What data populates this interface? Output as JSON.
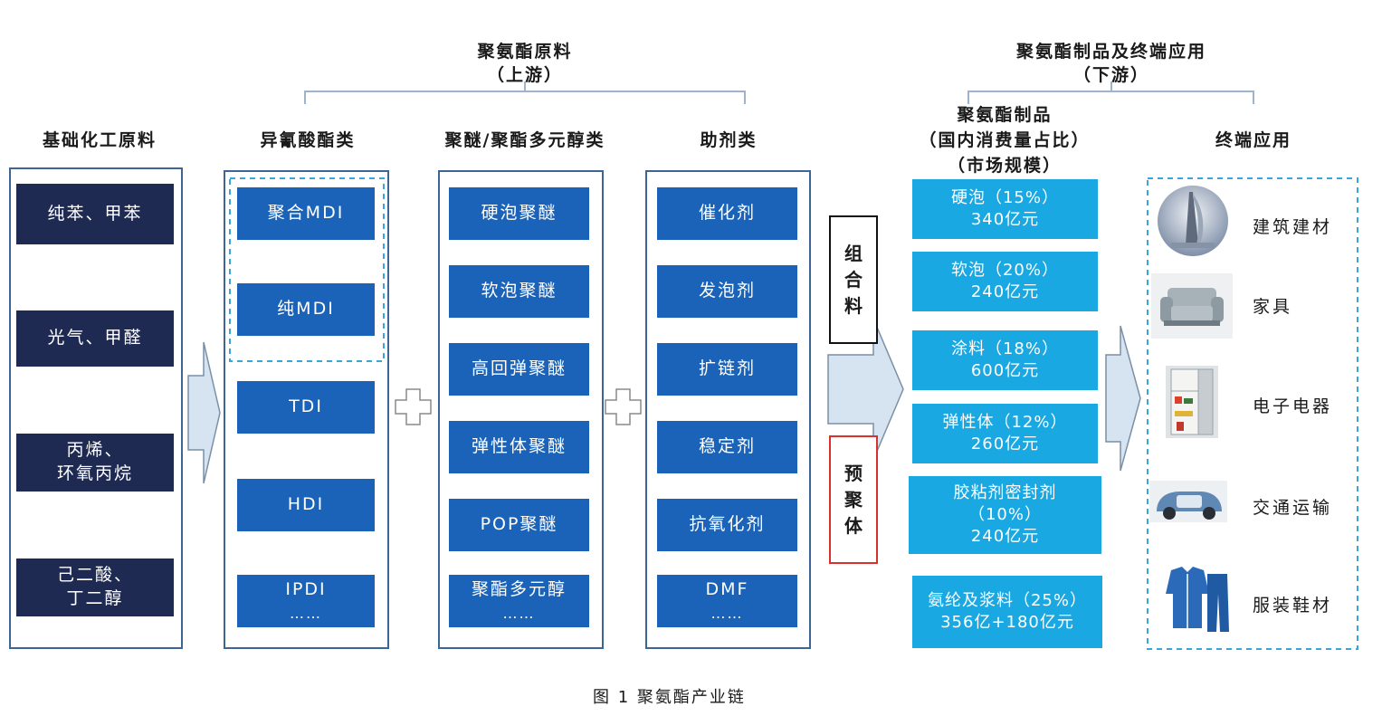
{
  "top_groups": {
    "upstream": {
      "title": "聚氨酯原料",
      "subtitle": "（上游）"
    },
    "downstream": {
      "title": "聚氨酯制品及终端应用",
      "subtitle": "（下游）"
    }
  },
  "columns": {
    "raw": {
      "header": "基础化工原料",
      "items": [
        {
          "line1": "纯苯、甲苯",
          "line2": ""
        },
        {
          "line1": "光气、甲醛",
          "line2": ""
        },
        {
          "line1": "丙烯、",
          "line2": "环氧丙烷"
        },
        {
          "line1": "己二酸、",
          "line2": "丁二醇"
        }
      ]
    },
    "isocyanate": {
      "header": "异氰酸酯类",
      "items": [
        {
          "label": "聚合MDI",
          "dots": ""
        },
        {
          "label": "纯MDI",
          "dots": ""
        },
        {
          "label": "TDI",
          "dots": ""
        },
        {
          "label": "HDI",
          "dots": ""
        },
        {
          "label": "IPDI",
          "dots": "……"
        }
      ]
    },
    "polyol": {
      "header": "聚醚/聚酯多元醇类",
      "items": [
        {
          "label": "硬泡聚醚",
          "dots": ""
        },
        {
          "label": "软泡聚醚",
          "dots": ""
        },
        {
          "label": "高回弹聚醚",
          "dots": ""
        },
        {
          "label": "弹性体聚醚",
          "dots": ""
        },
        {
          "label": "POP聚醚",
          "dots": ""
        },
        {
          "label": "聚酯多元醇",
          "dots": "……"
        }
      ]
    },
    "additive": {
      "header": "助剂类",
      "items": [
        {
          "label": "催化剂",
          "dots": ""
        },
        {
          "label": "发泡剂",
          "dots": ""
        },
        {
          "label": "扩链剂",
          "dots": ""
        },
        {
          "label": "稳定剂",
          "dots": ""
        },
        {
          "label": "抗氧化剂",
          "dots": ""
        },
        {
          "label": "DMF",
          "dots": "……"
        }
      ]
    },
    "products": {
      "header_line1": "聚氨酯制品",
      "header_line2": "（国内消费量占比）",
      "header_line3": "（市场规模）",
      "items": [
        {
          "line1": "硬泡（15%）",
          "line2": "340亿元"
        },
        {
          "line1": "软泡（20%）",
          "line2": "240亿元"
        },
        {
          "line1": "涂料（18%）",
          "line2": "600亿元"
        },
        {
          "line1": "弹性体（12%）",
          "line2": "260亿元"
        },
        {
          "line1": "胶粘剂密封剂",
          "line2": "（10%）",
          "line3": "240亿元"
        },
        {
          "line1": "氨纶及浆料（25%）",
          "line2": "356亿+180亿元"
        }
      ]
    },
    "applications": {
      "header": "终端应用",
      "items": [
        {
          "label": "建筑建材",
          "icon": "building-icon"
        },
        {
          "label": "家具",
          "icon": "sofa-icon"
        },
        {
          "label": "电子电器",
          "icon": "refrigerator-icon"
        },
        {
          "label": "交通运输",
          "icon": "car-icon"
        },
        {
          "label": "服装鞋材",
          "icon": "clothing-icon"
        }
      ]
    }
  },
  "side_labels": {
    "compound": [
      "组",
      "合",
      "料"
    ],
    "prepolymer": [
      "预",
      "聚",
      "体"
    ]
  },
  "caption": "图 1  聚氨酯产业链",
  "colors": {
    "navy": "#1f2a52",
    "blue": "#1a63b8",
    "cyan": "#1aa8e2",
    "frame": "#3d6697",
    "dashed": "#3aa6d8",
    "arrow_fill": "#d6e4f1",
    "arrow_stroke": "#7b8fa6",
    "red": "#d9302b"
  }
}
